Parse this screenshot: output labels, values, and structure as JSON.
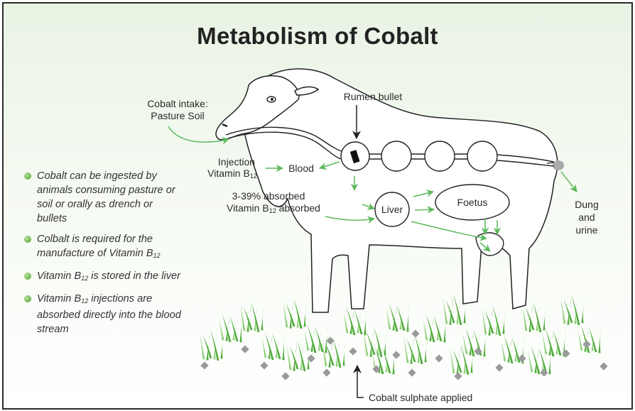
{
  "title": "Metabolism of Cobalt",
  "labels": {
    "cobalt_intake_line1": "Cobalt intake:",
    "cobalt_intake_line2": "Pasture Soil",
    "rumen_bullet": "Rumen bullet",
    "injection": "Injection",
    "vitamin": "Vitamin B",
    "sub12": "12",
    "blood": "Blood",
    "absorbed_line1": "3-39% absorbed",
    "absorbed_line2_pre": "Vitamin B",
    "absorbed_line2_post": " absorbed",
    "liver": "Liver",
    "foetus": "Foetus",
    "dung_line1": "Dung",
    "dung_line2": "and",
    "dung_line3": "urine",
    "cobalt_sulphate": "Cobalt sulphate applied"
  },
  "bullets": [
    {
      "text": "Cobalt can be ingested by animals consuming pasture or soil or orally as drench or bullets"
    },
    {
      "text": "Colbalt is required for the manufacture of ",
      "tail_pre": "Vitamin B",
      "sub": "12",
      "tail_post": ""
    },
    {
      "text": "",
      "tail_pre": "Vitamin B",
      "sub": "12",
      "tail_post": " is stored in the liver"
    },
    {
      "text": "",
      "tail_pre": "Vitamin B",
      "sub": "12",
      "tail_post": " injections are absorbed directly into the blood stream"
    }
  ],
  "colors": {
    "arrow": "#5cb85c",
    "grass": "#4faa3a",
    "grass_light": "#8fd07a",
    "stone": "#9a9a9a",
    "outline": "#222222"
  }
}
